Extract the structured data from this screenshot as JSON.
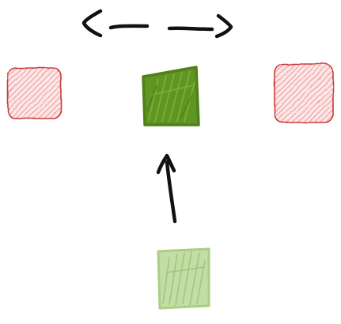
{
  "diagram": {
    "colors": {
      "ink": "#111111",
      "red_stroke": "#c93b3b",
      "red_hatch": "#e89a9a",
      "red_fill": "#fde6e6",
      "green_dark": "#5a8f1e",
      "green_dark_fill": "#5f9621",
      "green_light": "#a9cf85",
      "green_light_fill": "#c2dda6"
    },
    "nodes": [
      {
        "id": "left-option",
        "icon": "red-hatched-square"
      },
      {
        "id": "current-selection",
        "icon": "dark-green-scribbled-square"
      },
      {
        "id": "right-option",
        "icon": "red-hatched-square"
      },
      {
        "id": "previous-selection",
        "icon": "light-green-scribbled-square"
      }
    ],
    "edges": [
      {
        "from": "previous-selection",
        "to": "current-selection",
        "icon": "up-arrow"
      }
    ],
    "indicators": [
      {
        "id": "left-right-swap",
        "icon": "double-headed-horizontal-arrow"
      }
    ]
  }
}
